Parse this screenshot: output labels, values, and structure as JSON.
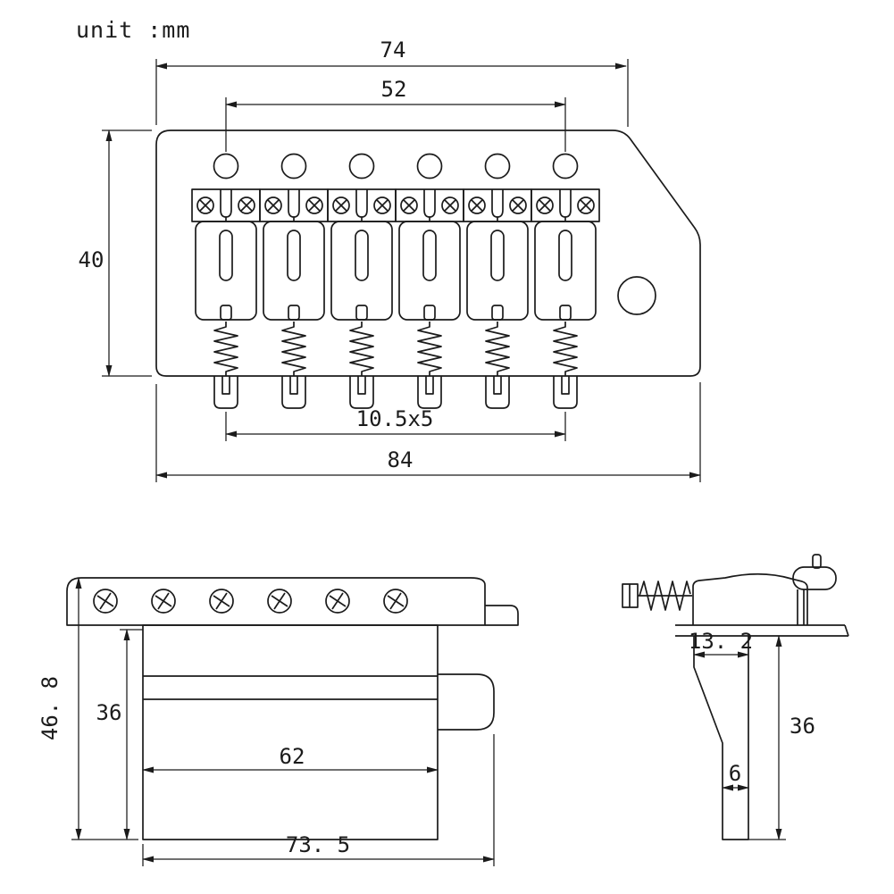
{
  "unit_label": "unit :mm",
  "top_view": {
    "dims": {
      "width_74": "74",
      "hole_span_52": "52",
      "height_40": "40",
      "saddle_pitch": "10.5x5",
      "overall_width_84": "84"
    }
  },
  "front_view": {
    "dims": {
      "total_height": "46. 8",
      "block_height": "36",
      "block_width": "62",
      "base_width": "73. 5"
    }
  },
  "side_view": {
    "dims": {
      "saddle_width": "13. 2",
      "height": "36",
      "stem_width": "6"
    }
  }
}
